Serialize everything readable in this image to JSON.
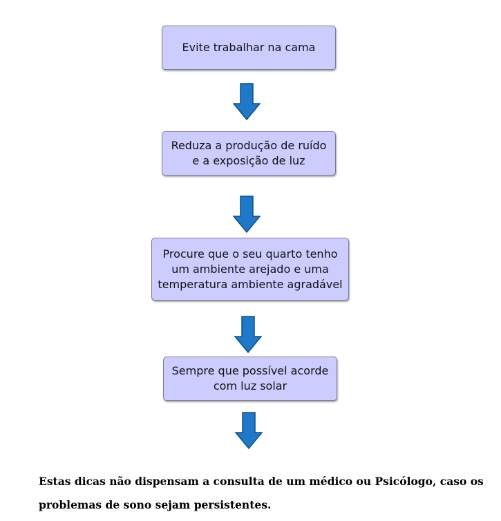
{
  "colors": {
    "box_fill": "#ccccff",
    "box_border": "#7b7b96",
    "arrow_fill": "#1f78c8",
    "arrow_stroke": "#0b4f8c"
  },
  "flowchart": {
    "steps": [
      {
        "text": "Evite trabalhar na cama"
      },
      {
        "text": "Reduza a produção de ruído\ne a exposição de luz"
      },
      {
        "text": "Procure que o seu quarto tenho\num ambiente arejado e uma\ntemperatura ambiente agradável"
      },
      {
        "text": "Sempre que possível acorde\ncom luz solar"
      }
    ],
    "arrow_icon": "down-arrow-icon"
  },
  "note": {
    "text": "Estas dicas não dispensam a consulta de um médico ou Psicólogo, caso os problemas de sono sejam persistentes."
  }
}
